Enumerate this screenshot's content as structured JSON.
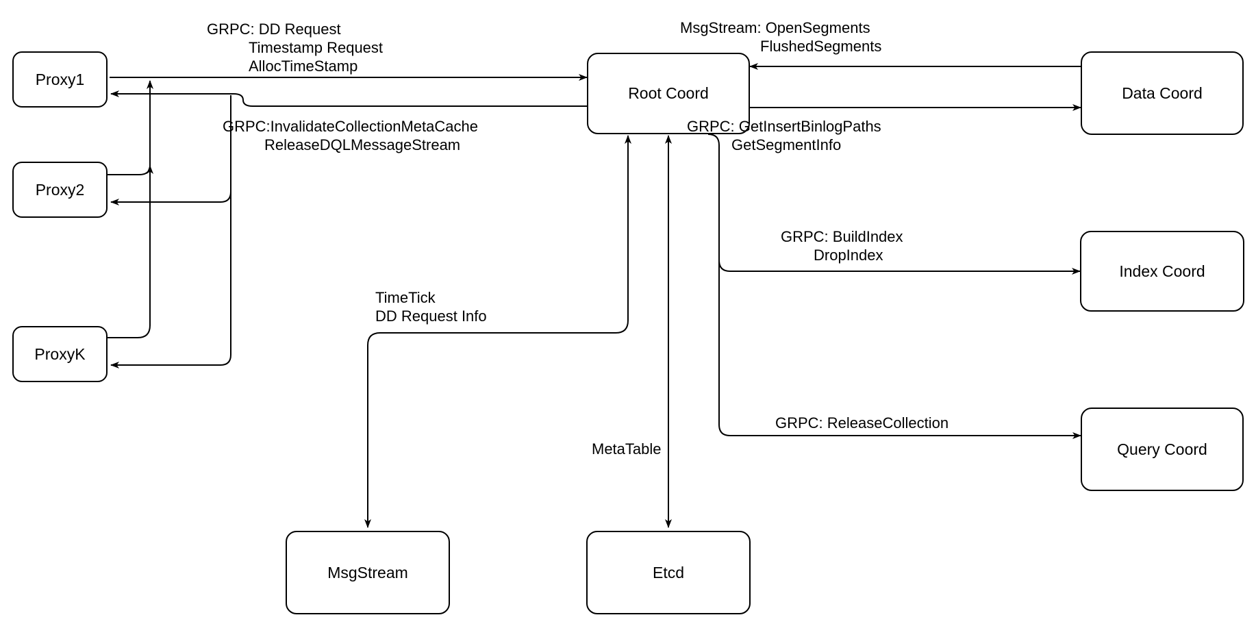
{
  "diagram": {
    "title": "Root Coord architecture diagram",
    "colors": {
      "stroke": "#000000",
      "background": "#ffffff",
      "text": "#000000"
    },
    "nodes": {
      "proxy1": {
        "label": "Proxy1"
      },
      "proxy2": {
        "label": "Proxy2"
      },
      "proxyk": {
        "label": "ProxyK"
      },
      "root_coord": {
        "label": "Root Coord"
      },
      "data_coord": {
        "label": "Data Coord"
      },
      "index_coord": {
        "label": "Index Coord"
      },
      "query_coord": {
        "label": "Query Coord"
      },
      "msgstream": {
        "label": "MsgStream"
      },
      "etcd": {
        "label": "Etcd"
      }
    },
    "edge_labels": {
      "proxy_to_root": {
        "lines": [
          "GRPC: DD Request",
          "Timestamp Request",
          "AllocTimeStamp"
        ]
      },
      "root_to_proxy": {
        "lines": [
          "GRPC:InvalidateCollectionMetaCache",
          "ReleaseDQLMessageStream"
        ]
      },
      "data_to_root": {
        "lines": [
          "MsgStream: OpenSegments",
          "FlushedSegments"
        ]
      },
      "root_to_data": {
        "lines": [
          "GRPC: GetInsertBinlogPaths",
          "GetSegmentInfo"
        ]
      },
      "root_to_index": {
        "lines": [
          "GRPC: BuildIndex",
          "DropIndex"
        ]
      },
      "root_to_query": {
        "lines": [
          "GRPC: ReleaseCollection"
        ]
      },
      "root_to_msgstream": {
        "lines": [
          "TimeTick",
          "DD Request Info"
        ]
      },
      "root_to_etcd": {
        "lines": [
          "MetaTable"
        ]
      }
    }
  }
}
